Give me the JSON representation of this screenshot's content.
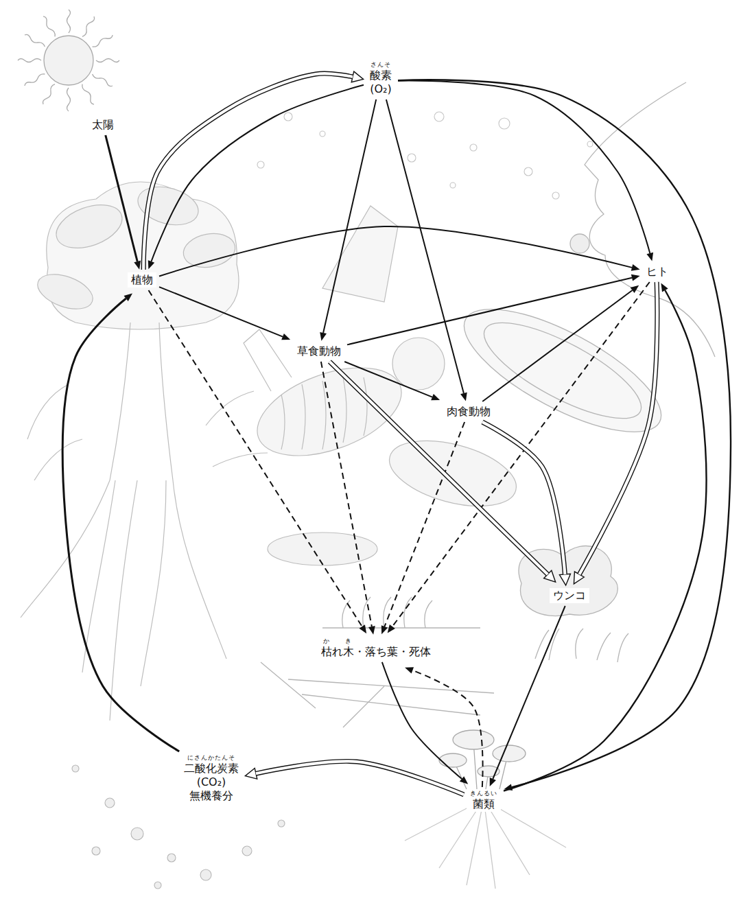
{
  "diagram": {
    "nodes": [
      {
        "text": [
          "太陽"
        ]
      },
      {
        "text": [
          "さんそ",
          "酸素 (O₂)"
        ]
      },
      {
        "text": [
          "植物"
        ]
      },
      {
        "text": [
          "草食動物"
        ]
      },
      {
        "text": [
          "肉食動物"
        ]
      },
      {
        "text": [
          "ヒト"
        ]
      },
      {
        "text": [
          "ウンコ"
        ]
      },
      {
        "text": [
          "か き",
          "枯れ木・落ち葉・死体"
        ]
      },
      {
        "text": [
          "きんるい",
          "菌類"
        ]
      },
      {
        "text": [
          "にさんかたんそ",
          "二酸化炭素 (CO₂) 無機養分"
        ]
      }
    ],
    "edges": [
      {
        "from": 0,
        "to": 2,
        "arrow": "to"
      },
      {
        "from": 2,
        "to": 1,
        "arrow": "to"
      },
      {
        "from": 1,
        "to": 2,
        "arrow": "to"
      },
      {
        "from": 1,
        "to": 5,
        "arrow": "to"
      },
      {
        "from": 1,
        "to": 3,
        "arrow": "to"
      },
      {
        "from": 1,
        "to": 4,
        "arrow": "to"
      },
      {
        "from": 2,
        "to": 5,
        "arrow": "to"
      },
      {
        "from": 2,
        "to": 3,
        "arrow": "to"
      },
      {
        "from": 3,
        "to": 5,
        "arrow": "to"
      },
      {
        "from": 3,
        "to": 4,
        "arrow": "to"
      },
      {
        "from": 4,
        "to": 5,
        "arrow": "to"
      },
      {
        "from": 2,
        "to": 7,
        "arrow": "to"
      },
      {
        "from": 3,
        "to": 7,
        "arrow": "to"
      },
      {
        "from": 4,
        "to": 7,
        "arrow": "to"
      },
      {
        "from": 5,
        "to": 7,
        "arrow": "to"
      },
      {
        "from": 3,
        "to": 6,
        "arrow": "to"
      },
      {
        "from": 4,
        "to": 6,
        "arrow": "to"
      },
      {
        "from": 5,
        "to": 6,
        "arrow": "to"
      },
      {
        "from": 6,
        "to": 8,
        "arrow": "to"
      },
      {
        "from": 7,
        "to": 8,
        "arrow": "to"
      },
      {
        "from": 8,
        "to": 7,
        "arrow": "to"
      },
      {
        "from": 8,
        "to": 9,
        "arrow": "to"
      },
      {
        "from": 9,
        "to": 2,
        "arrow": "to"
      },
      {
        "from": 1,
        "to": 8,
        "arrow": "to"
      },
      {
        "from": 8,
        "to": 5,
        "arrow": "to"
      }
    ]
  }
}
